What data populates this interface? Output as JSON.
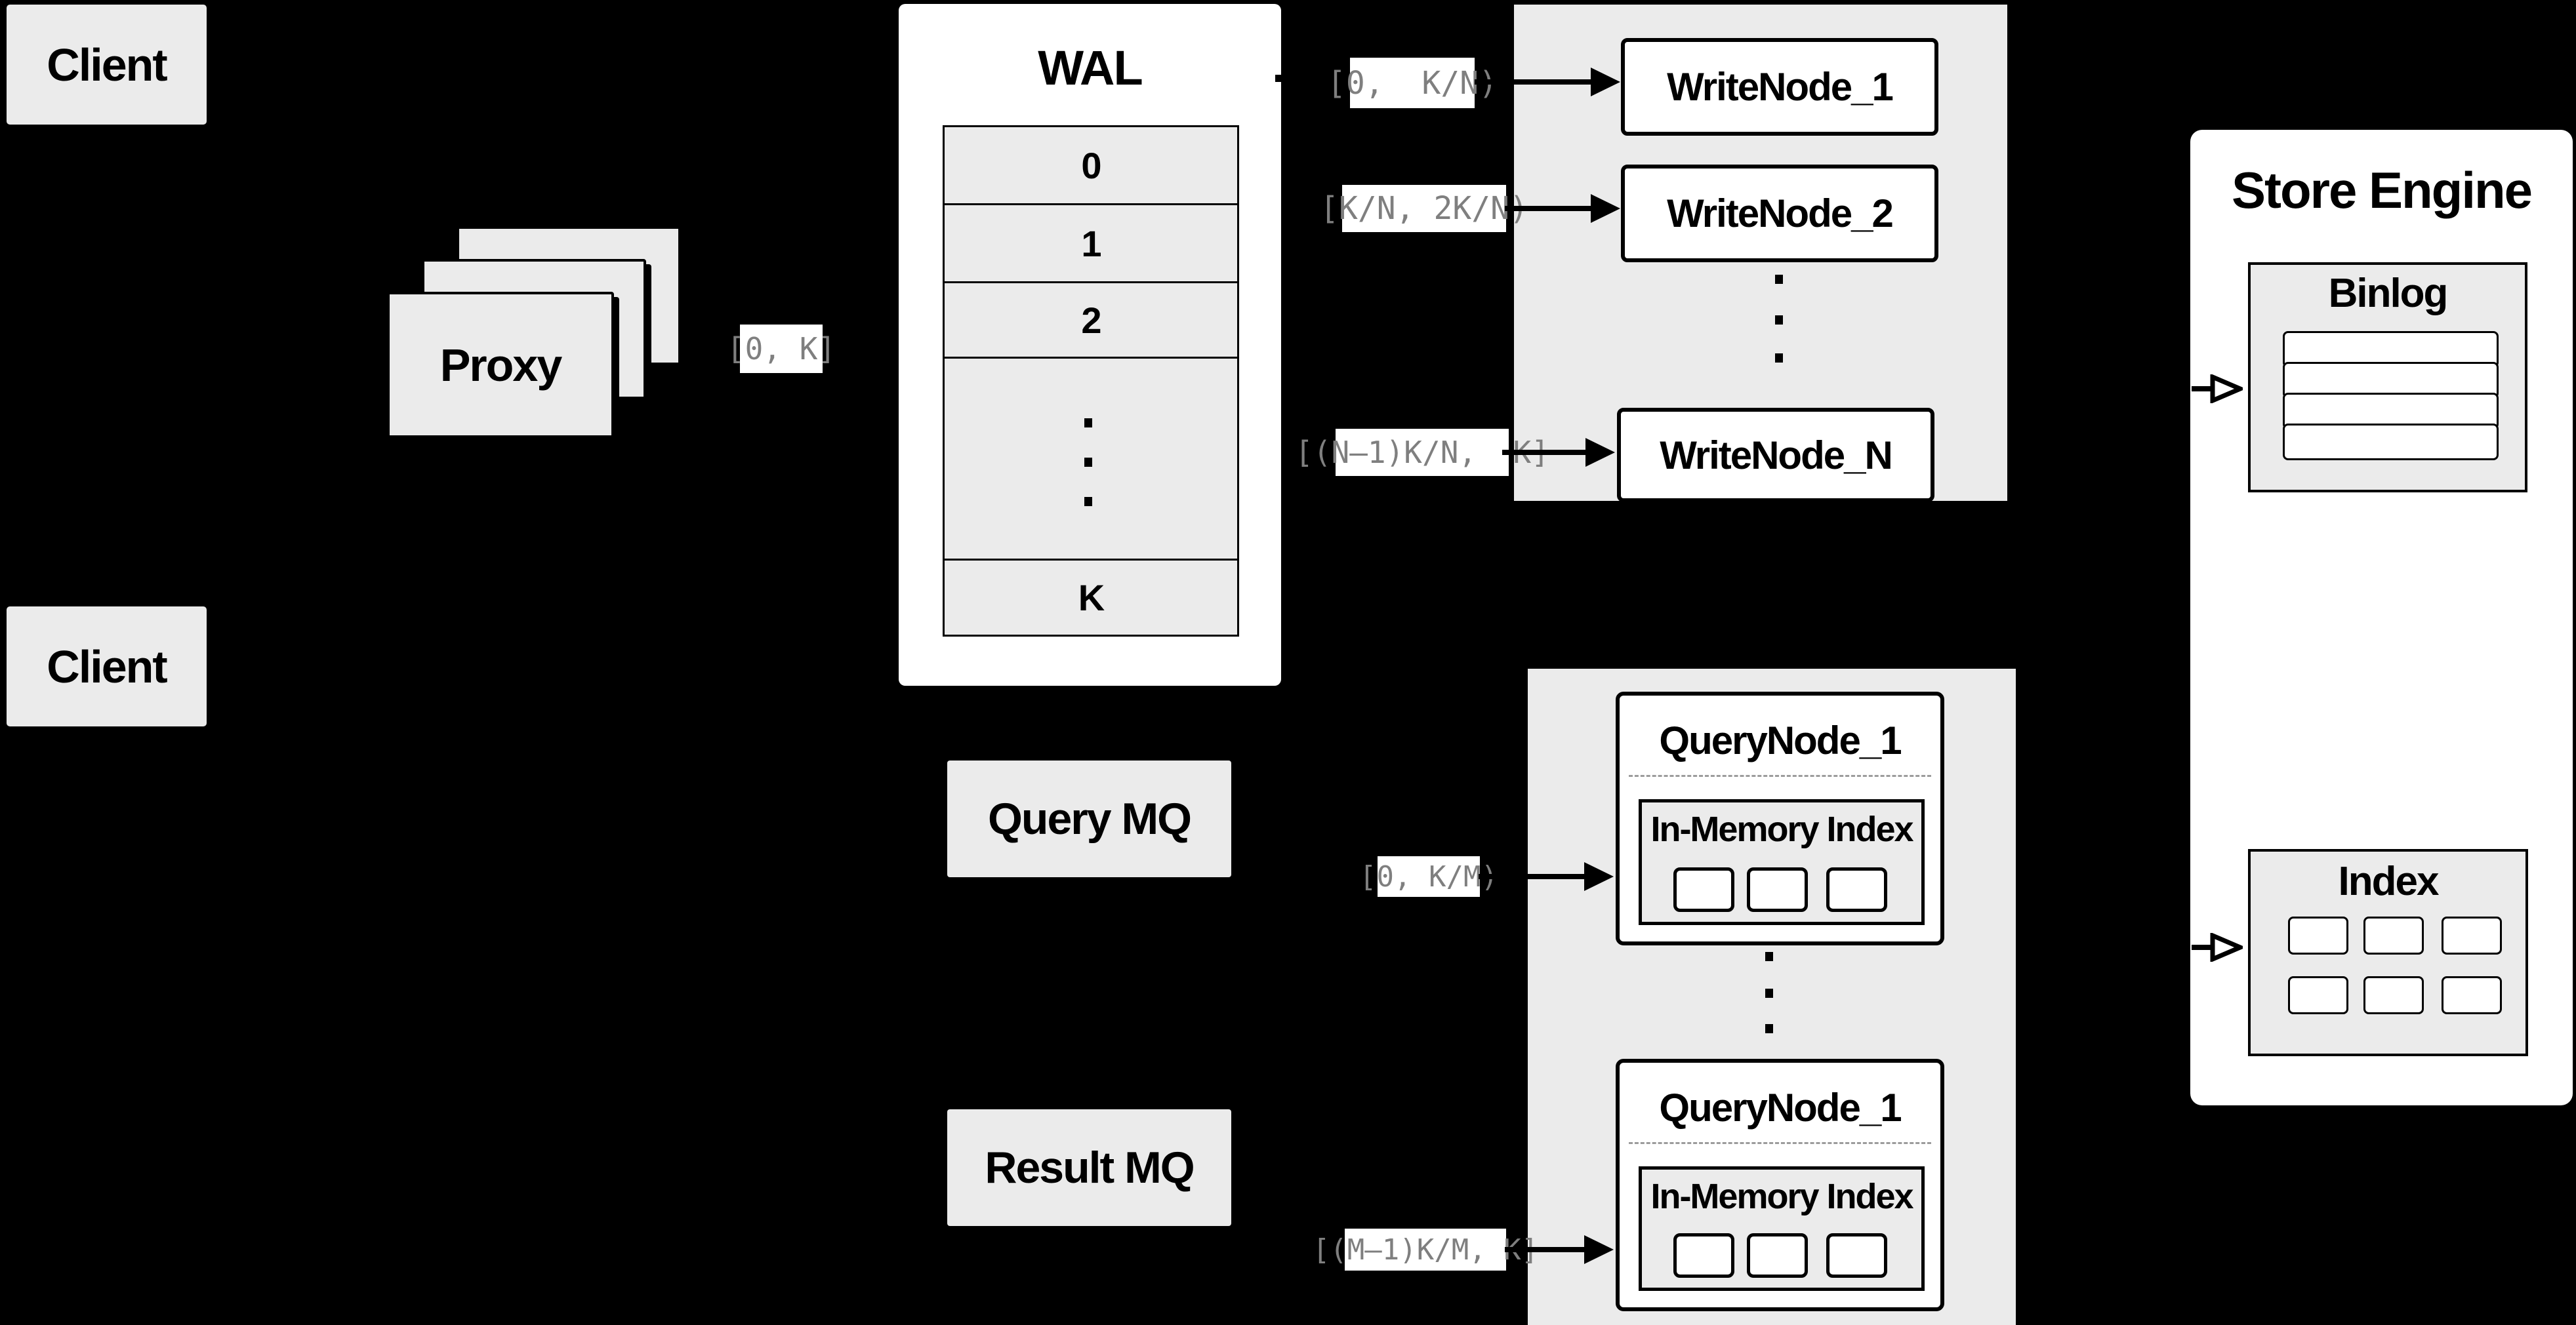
{
  "clients": {
    "top_label": "Client",
    "bottom_label": "Client"
  },
  "proxy": {
    "label": "Proxy"
  },
  "edge_labels": {
    "proxy_out": "[0, K]",
    "write_1": "[0,  K/N)",
    "write_2": "[K/N, 2K/N)",
    "write_n": "[(N–1)K/N,  K]",
    "query_1": "[0, K/M)",
    "query_m": "[(M–1)K/M, K]"
  },
  "wal": {
    "title": "WAL",
    "segments": [
      "0",
      "1",
      "2"
    ],
    "last_segment": "K"
  },
  "write_group": {
    "node_1": "WriteNode_1",
    "node_2": "WriteNode_2",
    "node_n": "WriteNode_N"
  },
  "mq": {
    "query_label": "Query MQ",
    "result_label": "Result MQ"
  },
  "query_group": {
    "node_1_title": "QueryNode_1",
    "node_2_title": "QueryNode_1",
    "memory_index_1": "In-Memory Index",
    "memory_index_2": "In-Memory Index"
  },
  "store_engine": {
    "title": "Store Engine",
    "binlog_title": "Binlog",
    "index_title": "Index"
  },
  "colors": {
    "background": "#000000",
    "panel_gray": "#ebebeb",
    "white": "#ffffff",
    "label_text": "#7f7f7f",
    "line": "#000000",
    "dash": "#9c9c9c"
  }
}
